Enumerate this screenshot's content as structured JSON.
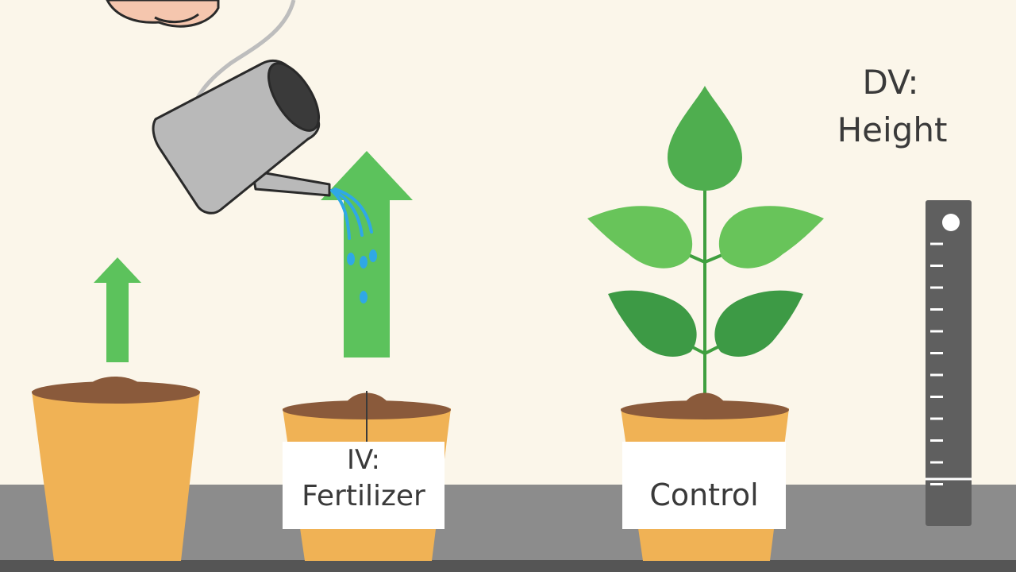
{
  "labels": {
    "iv_line1": "IV:",
    "iv_line2": "Fertilizer",
    "control": "Control",
    "dv_line1": "DV:",
    "dv_line2": "Height"
  },
  "colors": {
    "background": "#fbf6ea",
    "shelf": "#8c8c8c",
    "pot": "#f0b255",
    "soil": "#8a5a3b",
    "arrow": "#5cc25c",
    "leaf": "#4fae4f",
    "water": "#2fa8e6",
    "can": "#b9b9b9",
    "ruler": "#5f5f5f",
    "hand": "#f5c6ae"
  }
}
